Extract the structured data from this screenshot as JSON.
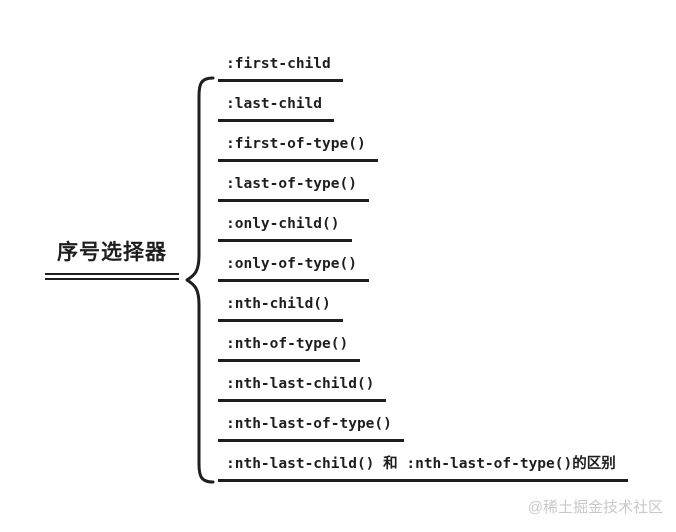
{
  "diagram": {
    "root": {
      "label": "序号选择器"
    },
    "items": [
      {
        "label": ":first-child"
      },
      {
        "label": ":last-child"
      },
      {
        "label": ":first-of-type()"
      },
      {
        "label": ":last-of-type()"
      },
      {
        "label": ":only-child()"
      },
      {
        "label": ":only-of-type()"
      },
      {
        "label": ":nth-child()"
      },
      {
        "label": ":nth-of-type()"
      },
      {
        "label": ":nth-last-child()"
      },
      {
        "label": ":nth-last-of-type()"
      },
      {
        "label": ":nth-last-child() 和 :nth-last-of-type()的区别"
      }
    ]
  },
  "watermark": "@稀土掘金技术社区",
  "colors": {
    "ink": "#1e1e1e",
    "watermark": "#c9c9c9",
    "background": "#ffffff"
  }
}
